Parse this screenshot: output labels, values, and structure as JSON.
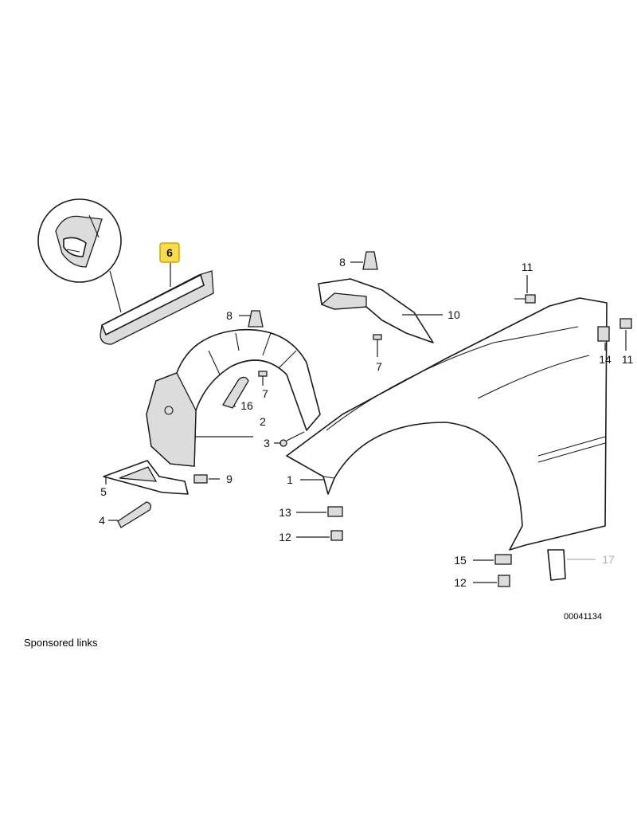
{
  "diagram": {
    "callouts": {
      "c1": "1",
      "c2": "2",
      "c3": "3",
      "c4": "4",
      "c5": "5",
      "c6": "6",
      "c7a": "7",
      "c7b": "7",
      "c8a": "8",
      "c8b": "8",
      "c9": "9",
      "c10": "10",
      "c11a": "11",
      "c11b": "11",
      "c12a": "12",
      "c12b": "12",
      "c13": "13",
      "c14": "14",
      "c15": "15",
      "c16": "16",
      "c17": "17"
    },
    "highlighted_callout": "6",
    "highlight_color": "#f7dd4c",
    "diagram_number": "00041134"
  },
  "footer": {
    "sponsored_label": "Sponsored links"
  }
}
